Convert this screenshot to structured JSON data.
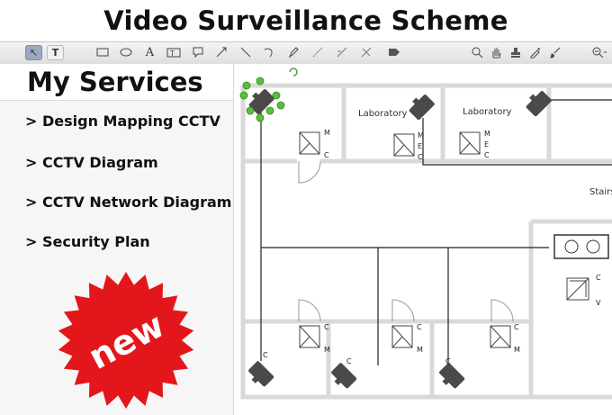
{
  "header": {
    "title": "Video Surveillance Scheme"
  },
  "toolbar": {
    "tools": [
      "pointer-tool",
      "text-select-tool",
      "rectangle-tool",
      "ellipse-tool",
      "text-tool",
      "text-box-tool",
      "callout-tool",
      "arrow-tool",
      "line-tool",
      "curve-tool",
      "pen-tool",
      "connector-tool",
      "connector-alt-tool",
      "disconnect-tool",
      "tag-tool",
      "search-tool",
      "pan-tool",
      "stamp-tool",
      "eyedropper-tool",
      "brush-tool",
      "zoom-out-tool"
    ],
    "text_tool_glyph": "A",
    "text_select_glyph": "T"
  },
  "sidebar": {
    "title": "My Services",
    "items": [
      "> Design Mapping CCTV",
      "> CCTV Diagram",
      "> CCTV Network Diagram",
      "> Security Plan"
    ],
    "badge": "new",
    "badge_color": "#e3171b"
  },
  "floorplan": {
    "rooms": [
      "Laboratory",
      "Laboratory"
    ],
    "stairs_label": "Stairs",
    "door_letters": {
      "m": "M",
      "c": "C",
      "e": "E",
      "v": "V"
    },
    "wall_color": "#d9d9d9",
    "camera_color": "#4a4a4a",
    "selection_handle_color": "#5cbf3a"
  }
}
